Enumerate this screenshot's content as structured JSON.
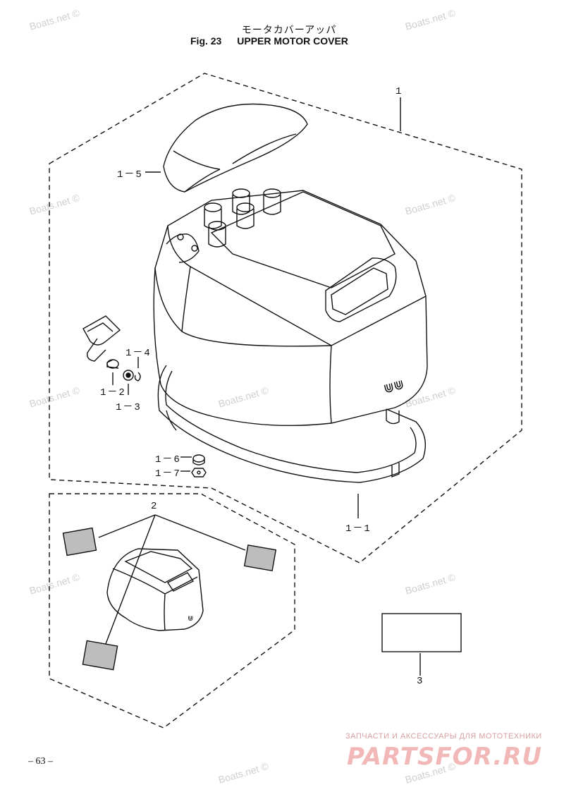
{
  "header": {
    "title_jp": "モータカバーアッパ",
    "fig_label": "Fig. 23",
    "title": "UPPER MOTOR COVER"
  },
  "callouts": {
    "c1": "1",
    "c1_5": "1－5",
    "c1_4": "1－4",
    "c1_2": "1－2",
    "c1_3": "1－3",
    "c1_6": "1－6",
    "c1_7": "1－7",
    "c1_1": "1－1",
    "c2": "2",
    "c3": "3"
  },
  "cover_mark": "⋓",
  "watermark": "Boats.net ©",
  "page_number": "– 63 –",
  "shop": {
    "tagline": "ЗАПЧАСТИ И АКСЕССУАРЫ ДЛЯ МОТОТЕХНИКИ",
    "logo": "PARTSFOR.RU"
  }
}
